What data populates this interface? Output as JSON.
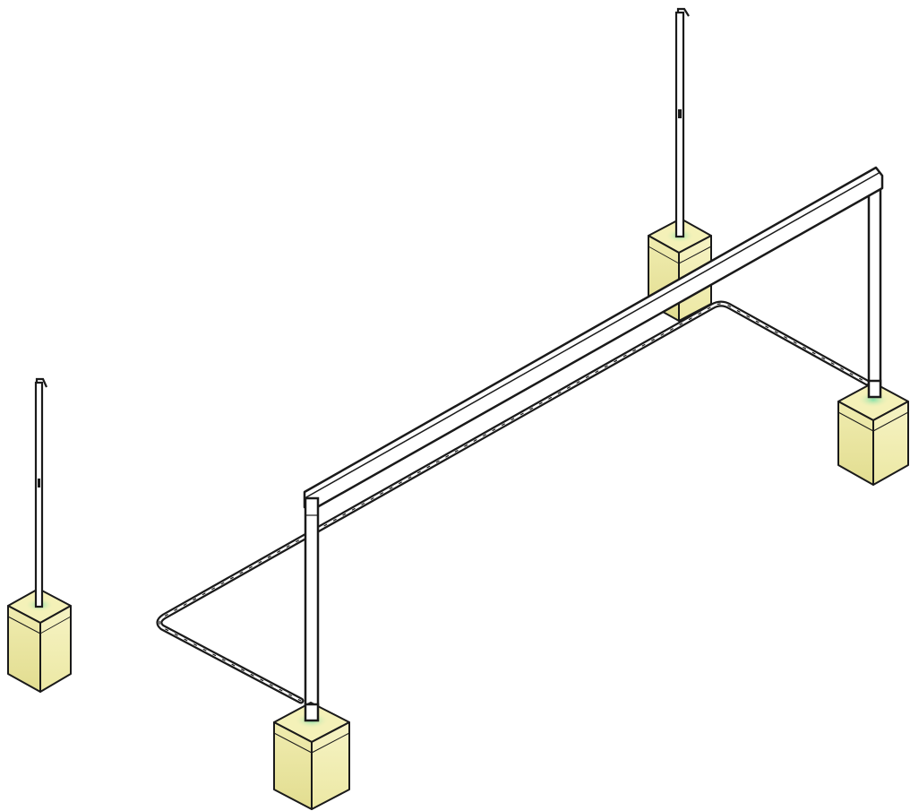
{
  "diagram": {
    "view": "isometric",
    "components": [
      {
        "kind": "footing",
        "count": 4
      },
      {
        "kind": "pole",
        "count": 2
      },
      {
        "kind": "frame-column",
        "count": 2
      },
      {
        "kind": "frame-beam",
        "count": 1
      },
      {
        "kind": "ground-cable",
        "count": 1
      }
    ]
  },
  "colors": {
    "background": "#ffffff",
    "outline": "#1a1a1a",
    "pipe_fill": "#ffffff",
    "footing_top": "#f4f1b8",
    "footing_left": "#e9e59a",
    "footing_right": "#f1eeae",
    "footing_glow": "#9fe3b2"
  },
  "icons": [
    "footing-block-icon",
    "pole-icon"
  ]
}
